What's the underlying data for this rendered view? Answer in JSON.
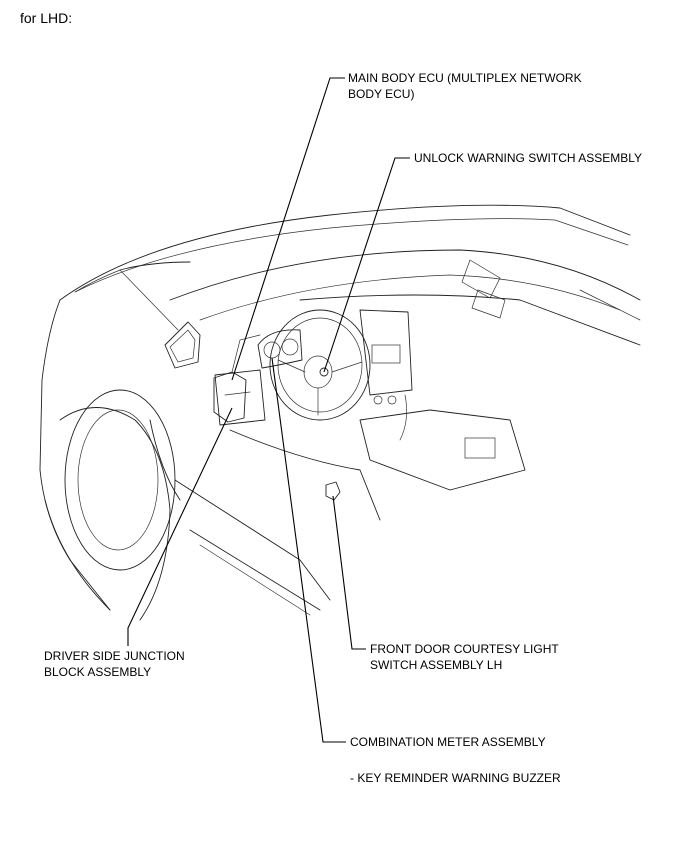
{
  "caption": "for LHD:",
  "labels": {
    "main_body_ecu_line1": "MAIN BODY ECU (MULTIPLEX NETWORK",
    "main_body_ecu_line2": "BODY ECU)",
    "unlock_warning_switch": "UNLOCK WARNING SWITCH ASSEMBLY",
    "driver_junction_line1": "DRIVER SIDE JUNCTION",
    "driver_junction_line2": "BLOCK ASSEMBLY",
    "door_courtesy_line1": "FRONT DOOR COURTESY LIGHT",
    "door_courtesy_line2": "SWITCH ASSEMBLY LH",
    "combination_meter": "COMBINATION METER ASSEMBLY",
    "buzzer": "- KEY REMINDER WARNING BUZZER"
  }
}
